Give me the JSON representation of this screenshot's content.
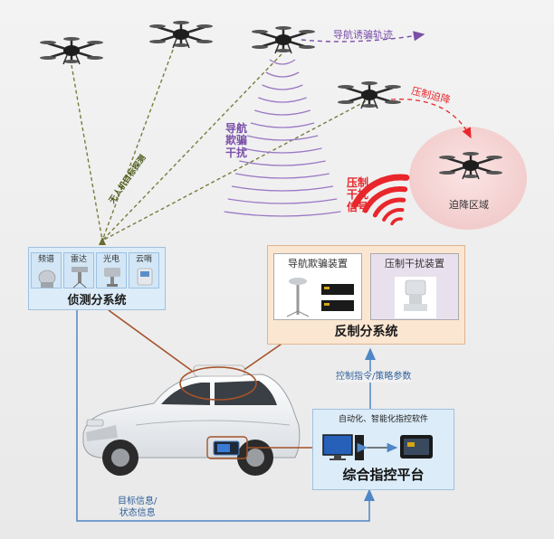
{
  "labels": {
    "nav_trajectory": "导航诱骗轨迹",
    "target_detection": "无人机目标探测",
    "nav_spoof_interference": "导航\n欺骗\n干扰",
    "suppress_signal": "压制\n干扰\n信号",
    "forced_landing": "压制迫降",
    "landing_zone": "迫降区域",
    "control_params": "控制指令/策略参数",
    "target_info": "目标信息/\n状态信息"
  },
  "detection": {
    "title": "侦测分系统",
    "sensors": [
      "频谱",
      "雷达",
      "光电",
      "云哨"
    ]
  },
  "countermeasure": {
    "title": "反制分系统",
    "devices": [
      "导航欺骗装置",
      "压制干扰装置"
    ]
  },
  "platform": {
    "software": "自动化、智能化指控软件",
    "title": "综合指控平台"
  },
  "colors": {
    "purple": "#7a4fa8",
    "red": "#e8262b",
    "drone_link": "#7a7a3e",
    "brown_link": "#a5532a",
    "blue_link": "#4f86c6",
    "detect_bg": "#dcecf8",
    "counter_bg": "#fbe6d2",
    "platform_bg": "#dcecf8",
    "landing_zone_bg": "#f5d2d2"
  },
  "icons": [
    "drone-icon",
    "spectrum-sensor-icon",
    "radar-sensor-icon",
    "electro-optical-sensor-icon",
    "cloud-sentry-icon",
    "monitor-icon",
    "tablet-icon",
    "suv-vehicle-icon"
  ]
}
